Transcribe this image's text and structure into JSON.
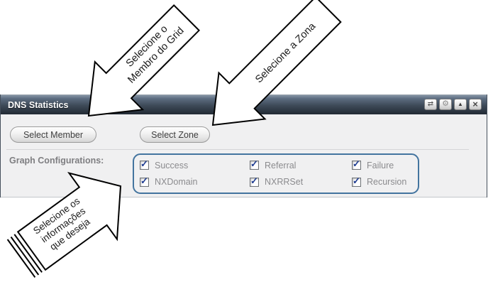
{
  "window": {
    "title": "DNS Statistics",
    "toolbar_icons": [
      {
        "name": "refresh-icon",
        "glyph": "⇄"
      },
      {
        "name": "settings-icon",
        "glyph": "⚙"
      },
      {
        "name": "collapse-icon",
        "glyph": "▲"
      },
      {
        "name": "close-icon",
        "glyph": "×"
      }
    ]
  },
  "buttons": {
    "select_member": "Select Member",
    "select_zone": "Select Zone"
  },
  "graph_configurations": {
    "label": "Graph Configurations:",
    "checkbox_glyph": "✓",
    "options": [
      {
        "label": "Success",
        "checked": true
      },
      {
        "label": "Referral",
        "checked": true
      },
      {
        "label": "Failure",
        "checked": true
      },
      {
        "label": "NXDomain",
        "checked": true
      },
      {
        "label": "NXRRSet",
        "checked": true
      },
      {
        "label": "Recursion",
        "checked": true
      }
    ]
  },
  "annotations": {
    "grid_member": {
      "lines": [
        "Selecione o",
        "Membro do Grid"
      ]
    },
    "zone": {
      "lines": [
        "Selecione a Zona"
      ]
    },
    "graph_info": {
      "lines": [
        "Selecione os",
        "informações",
        "que deseja"
      ]
    }
  },
  "colors": {
    "titlebar_top": "#8795a6",
    "titlebar_bottom": "#222a34",
    "panel_body": "#f0f0f1",
    "option_group_border": "#43749f",
    "checkmark": "#1e3c91",
    "label_gray": "#8b8b8e"
  }
}
